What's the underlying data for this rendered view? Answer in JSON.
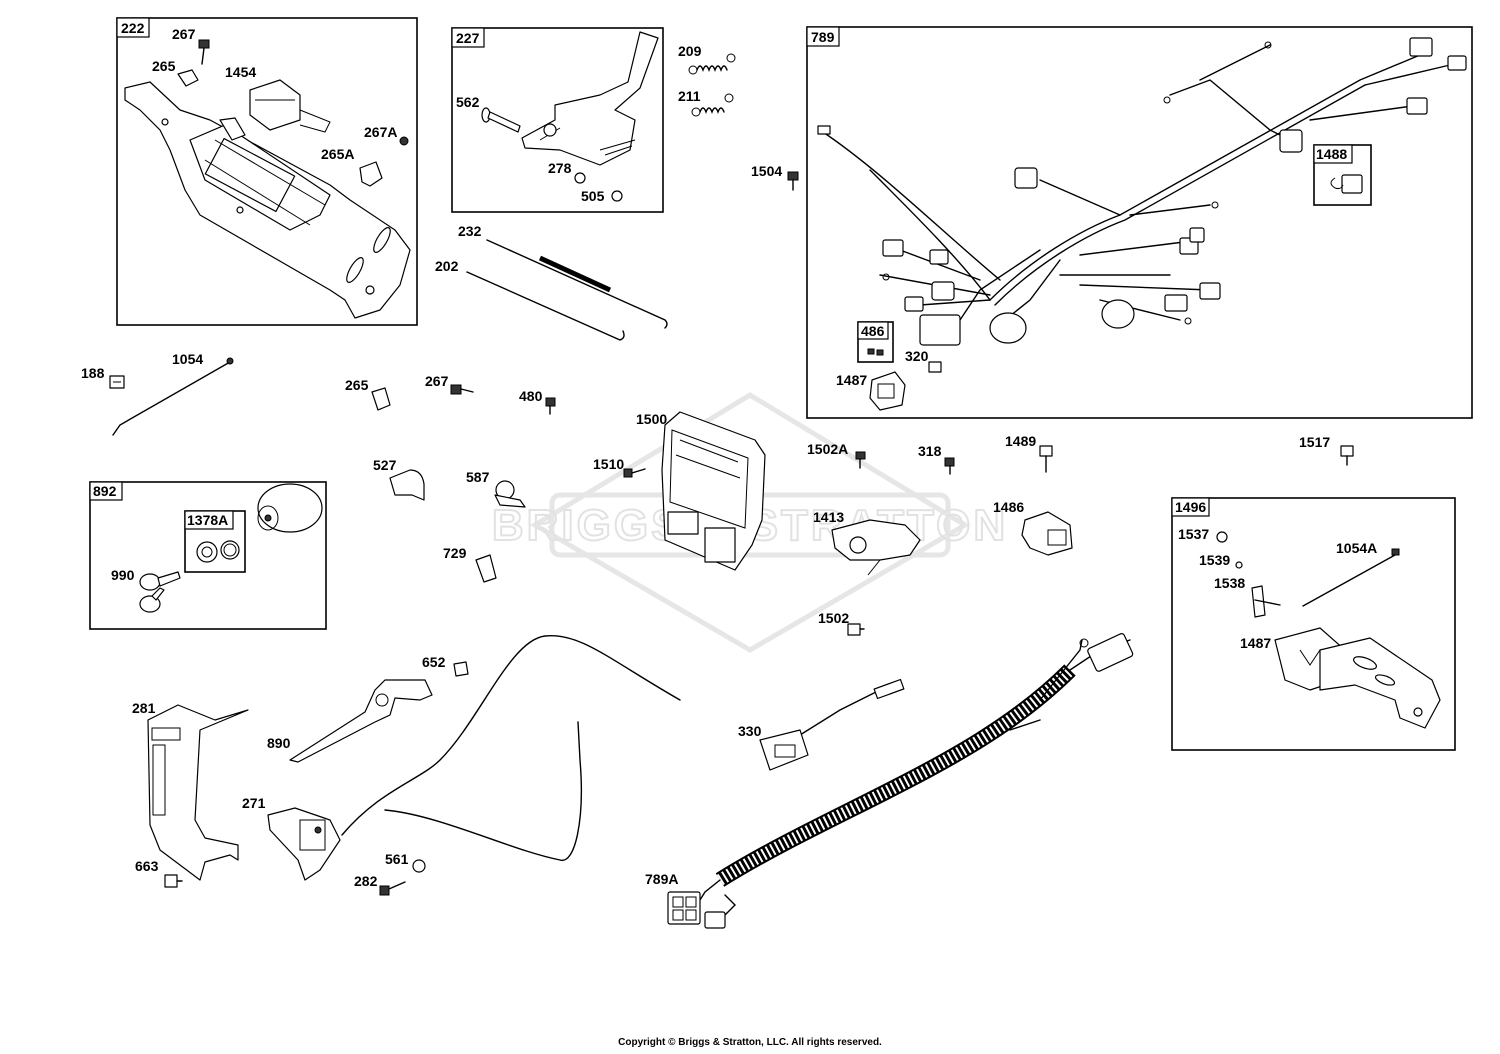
{
  "watermark": "BRIGGS & STRATTON",
  "copyright": "Copyright © Briggs & Stratton, LLC. All rights reserved.",
  "boxes": {
    "b222": "222",
    "b227": "227",
    "b789": "789",
    "b1488": "1488",
    "b486": "486",
    "b892": "892",
    "b1378A": "1378A",
    "b1496": "1496"
  },
  "labels": {
    "p267": "267",
    "p265": "265",
    "p1454": "1454",
    "p267A": "267A",
    "p265A": "265A",
    "p562": "562",
    "p278": "278",
    "p505": "505",
    "p209": "209",
    "p211": "211",
    "p232": "232",
    "p202": "202",
    "p1504": "1504",
    "p320": "320",
    "p1487a": "1487",
    "p188": "188",
    "p1054": "1054",
    "p265b": "265",
    "p267b": "267",
    "p480": "480",
    "p1500": "1500",
    "p1502A": "1502A",
    "p318": "318",
    "p1489": "1489",
    "p1517": "1517",
    "p527": "527",
    "p587": "587",
    "p1510": "1510",
    "p1413": "1413",
    "p1486": "1486",
    "p729": "729",
    "p990": "990",
    "p1537": "1537",
    "p1539": "1539",
    "p1054A": "1054A",
    "p1538": "1538",
    "p1487b": "1487",
    "p1502": "1502",
    "p652": "652",
    "p281": "281",
    "p890": "890",
    "p330": "330",
    "p271": "271",
    "p561": "561",
    "p663": "663",
    "p282": "282",
    "p789A": "789A"
  }
}
